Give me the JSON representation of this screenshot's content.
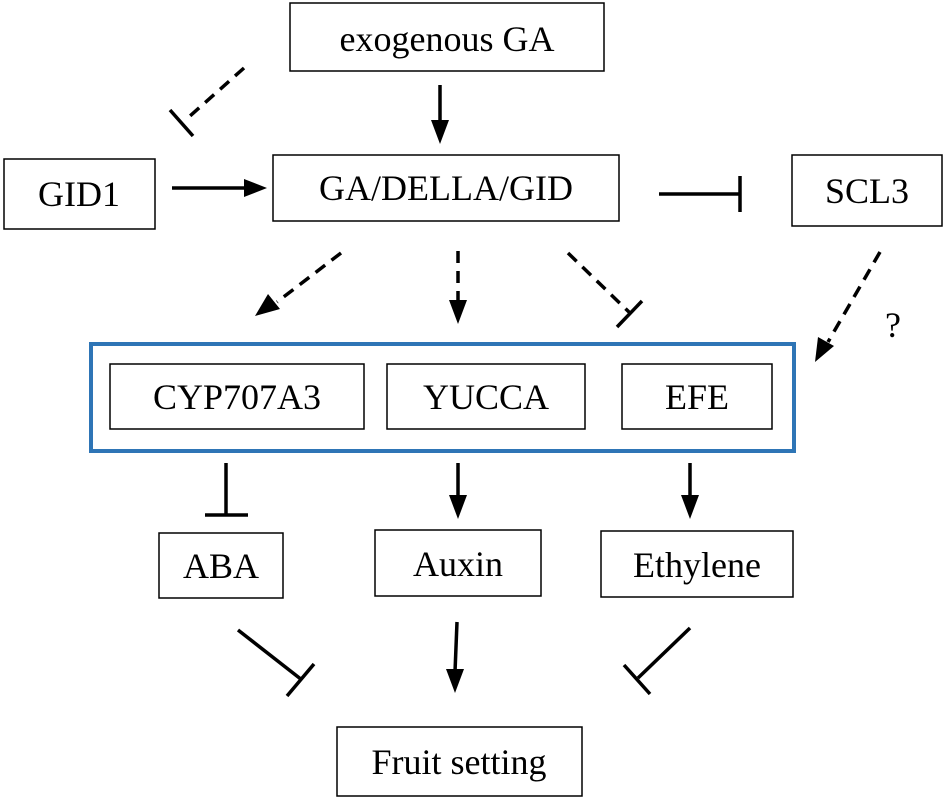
{
  "nodes": {
    "exogenous_ga": "exogenous GA",
    "gid1": "GID1",
    "ga_della_gid": "GA/DELLA/GID",
    "scl3": "SCL3",
    "cyp707a3": "CYP707A3",
    "yucca": "YUCCA",
    "efe": "EFE",
    "aba": "ABA",
    "auxin": "Auxin",
    "ethylene": "Ethylene",
    "fruit_setting": "Fruit setting"
  },
  "annotations": {
    "unknown_link": "?"
  },
  "colors": {
    "group_border": "#2E75B6",
    "stroke": "#000000"
  },
  "edges": [
    {
      "from": "exogenous_ga",
      "to": "ga_della_gid",
      "type": "activation",
      "style": "solid"
    },
    {
      "from": "exogenous_ga",
      "to": "gid1",
      "type": "inhibition",
      "style": "dashed"
    },
    {
      "from": "gid1",
      "to": "ga_della_gid",
      "type": "activation",
      "style": "solid"
    },
    {
      "from": "ga_della_gid",
      "to": "scl3",
      "type": "inhibition",
      "style": "solid"
    },
    {
      "from": "ga_della_gid",
      "to": "cyp707a3",
      "type": "activation",
      "style": "dashed"
    },
    {
      "from": "ga_della_gid",
      "to": "yucca",
      "type": "activation",
      "style": "dashed"
    },
    {
      "from": "ga_della_gid",
      "to": "efe",
      "type": "inhibition",
      "style": "dashed"
    },
    {
      "from": "scl3",
      "to": "gene_group",
      "type": "activation",
      "style": "dashed"
    },
    {
      "from": "cyp707a3",
      "to": "aba",
      "type": "inhibition",
      "style": "solid"
    },
    {
      "from": "yucca",
      "to": "auxin",
      "type": "activation",
      "style": "solid"
    },
    {
      "from": "efe",
      "to": "ethylene",
      "type": "activation",
      "style": "solid"
    },
    {
      "from": "aba",
      "to": "fruit_setting",
      "type": "inhibition",
      "style": "solid"
    },
    {
      "from": "auxin",
      "to": "fruit_setting",
      "type": "activation",
      "style": "solid"
    },
    {
      "from": "ethylene",
      "to": "fruit_setting",
      "type": "inhibition",
      "style": "solid"
    }
  ]
}
